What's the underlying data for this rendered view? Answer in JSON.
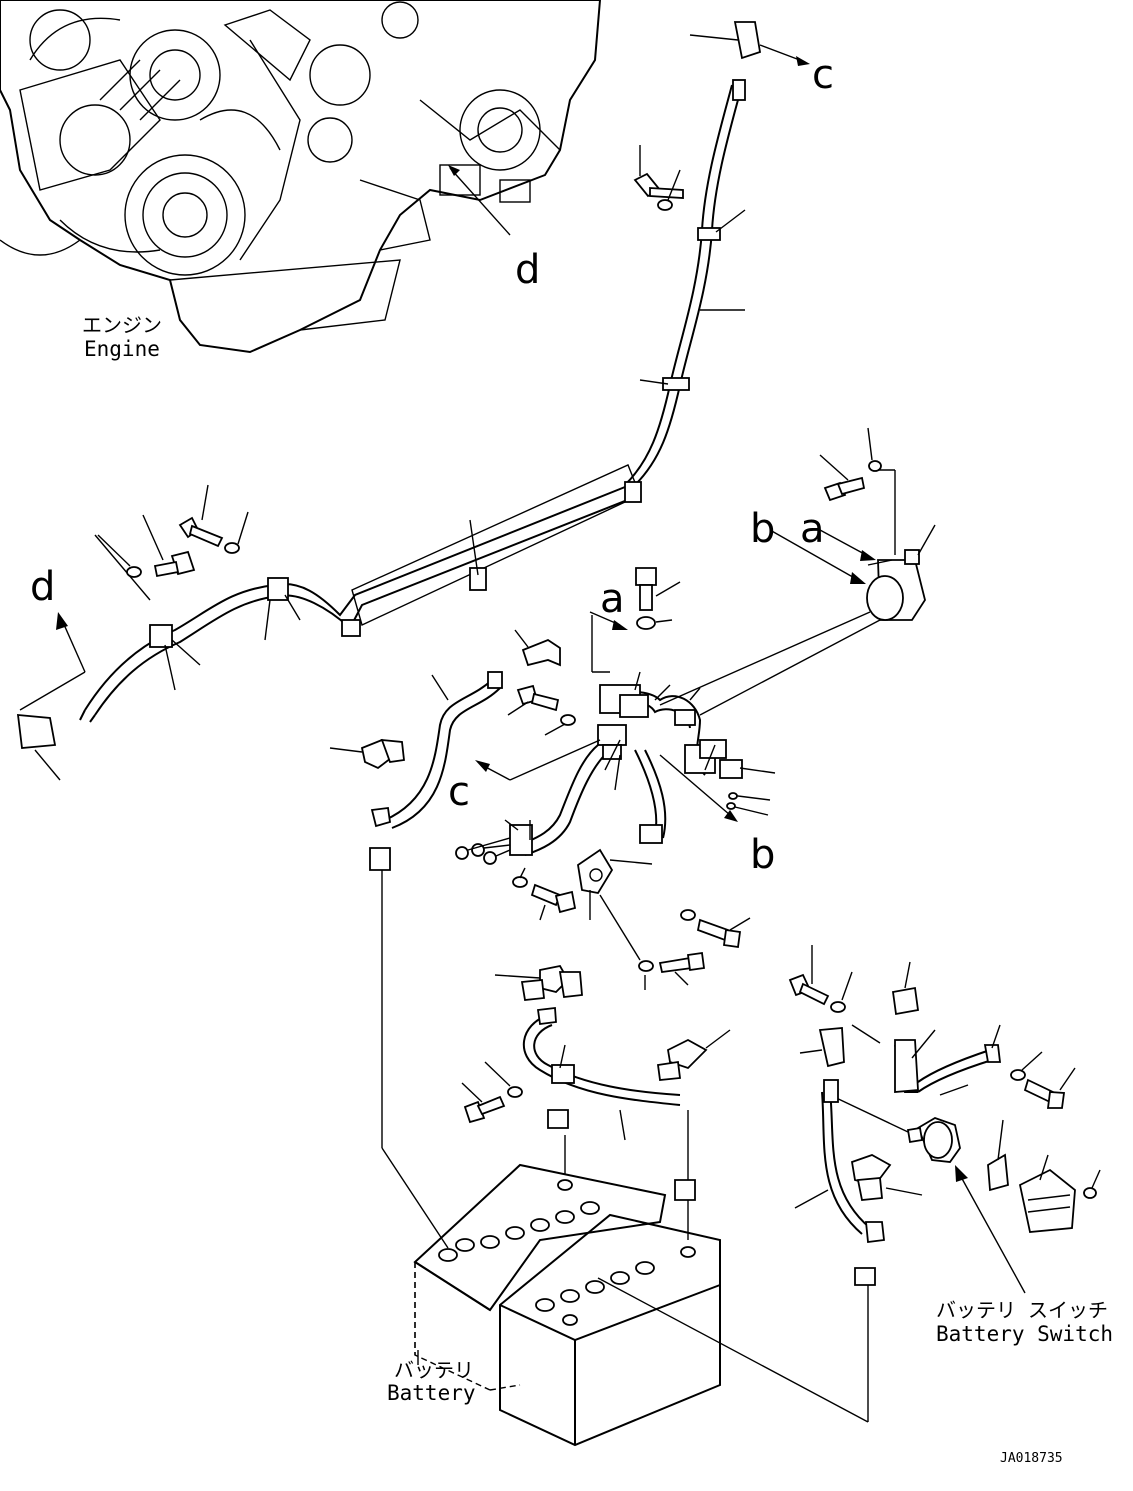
{
  "labels": {
    "engine_jp": "エンジン",
    "engine_en": "Engine",
    "battery_jp": "バッテリ",
    "battery_en": "Battery",
    "switch_jp": "バッテリ スイッチ",
    "switch_en": "Battery Switch",
    "drawing_id": "JA018735"
  },
  "callouts": {
    "c_top": "c",
    "d_engine": "d",
    "d_left": "d",
    "b_right": "b",
    "a_right": "a",
    "a_center": "a",
    "c_center": "c",
    "b_center": "b"
  }
}
